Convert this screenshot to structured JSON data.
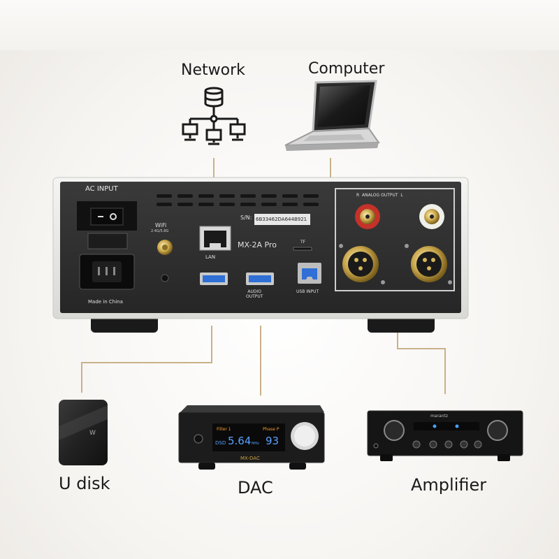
{
  "labels": {
    "network": "Network",
    "computer": "Computer",
    "udisk": "U disk",
    "dac": "DAC",
    "amplifier": "Amplifier"
  },
  "device": {
    "ac_input": "AC INPUT",
    "wifi": "WiFi",
    "wifi_band": "2.4G/5.8G",
    "made_in": "Made in China",
    "lan": "LAN",
    "sn_label": "S/N:",
    "sn_value": "6B33462DA644B921",
    "model": "MX-2A Pro",
    "tf": "TF",
    "audio_output": "AUDIO\nOUTPUT",
    "usb_input": "USB INPUT",
    "analog_output": "R  ANALOG OUTPUT  L"
  },
  "dac_unit": {
    "filter": "Filter 1",
    "phase": "Phase P",
    "dsd": "DSD",
    "freq": "5.64",
    "freq_unit": "MHz",
    "volume": "93",
    "brand": "MX-DAC"
  },
  "amp_unit": {
    "brand": "marantz"
  },
  "colors": {
    "wire": "#c9b189",
    "chassis": "#2a2a2a",
    "usb_blue": "#2f6fd6"
  }
}
